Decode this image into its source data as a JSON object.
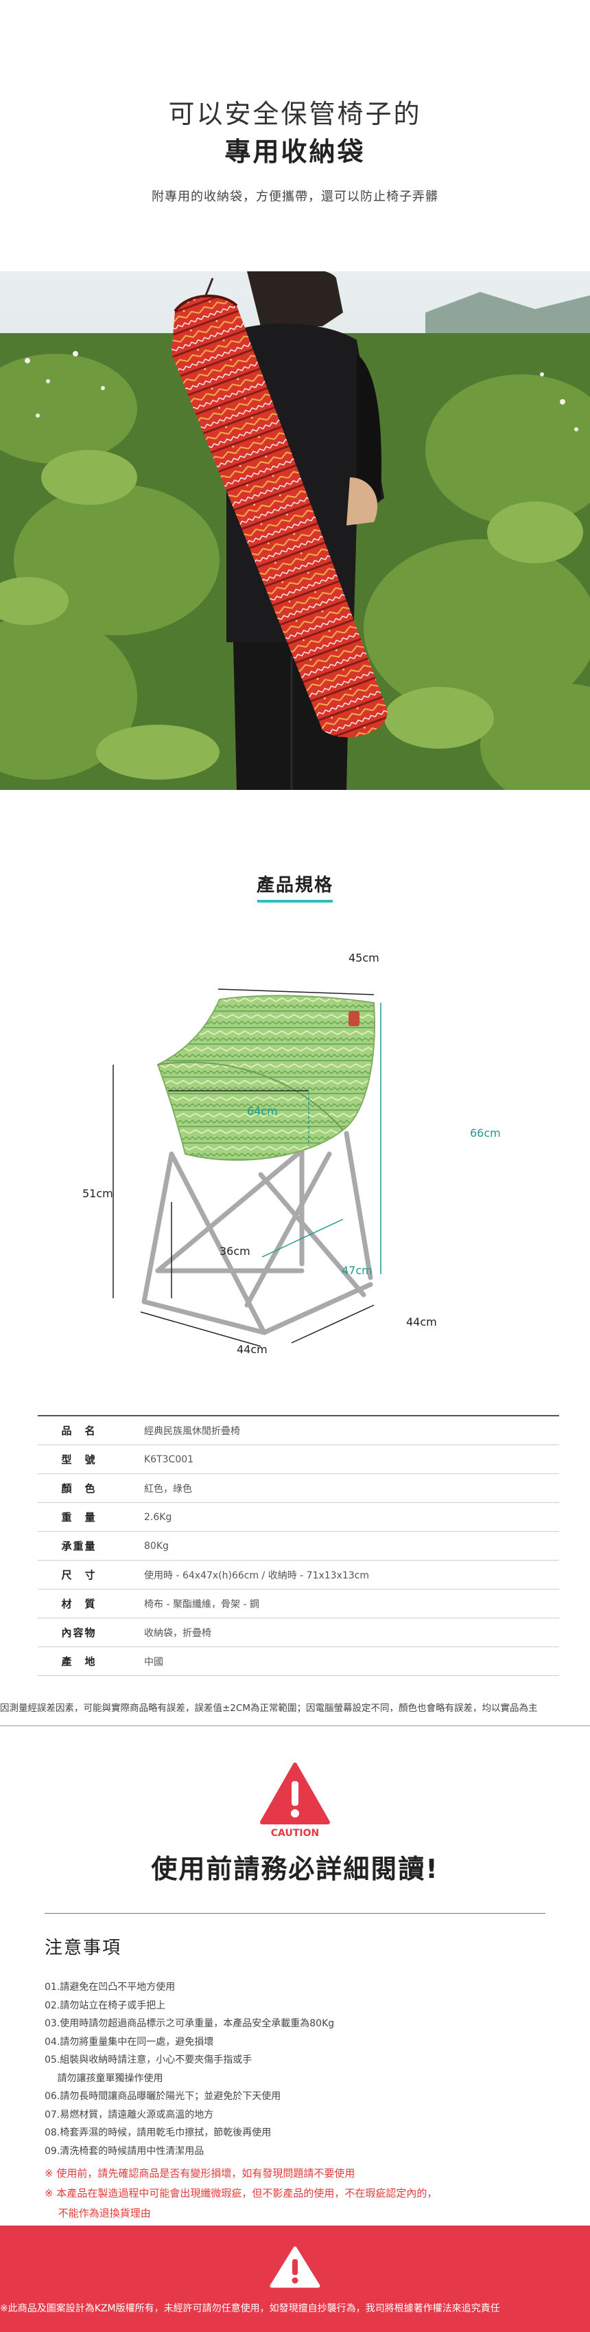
{
  "intro": {
    "title_line1": "可以安全保管椅子的",
    "title_line2": "專用收納袋",
    "subtitle": "附專用的收納袋，方便攜帶，還可以防止椅子弄髒"
  },
  "spec": {
    "title": "產品規格",
    "dimensions": {
      "top_width": "45cm",
      "back_height": "66cm",
      "seat_width": "64cm",
      "left_height": "51cm",
      "seat_height": "36cm",
      "depth_inner": "47cm",
      "front_width": "44cm",
      "side_depth": "44cm"
    },
    "table": [
      {
        "key": "品　名",
        "value": "經典民族風休閒折疊椅"
      },
      {
        "key": "型　號",
        "value": "K6T3C001"
      },
      {
        "key": "顏　色",
        "value": "紅色，綠色"
      },
      {
        "key": "重　量",
        "value": "2.6Kg"
      },
      {
        "key": "承重量",
        "value": "80Kg"
      },
      {
        "key": "尺　寸",
        "value": "使用時 - 64x47x(h)66cm / 收納時 - 71x13x13cm"
      },
      {
        "key": "材　質",
        "value": "椅布 - 聚酯纖維，骨架 - 鋼"
      },
      {
        "key": "內容物",
        "value": "收納袋，折疊椅"
      },
      {
        "key": "產　地",
        "value": "中國"
      }
    ],
    "disclaimer": "因測量經誤差因素，可能與實際商品略有誤差，誤差值±2CM為正常範圍；因電腦螢幕設定不同，顏色也會略有誤差，均以實品為主"
  },
  "caution": {
    "icon_label": "CAUTION",
    "title": "使用前請務必詳細閱讀!",
    "notes_title": "注意事項",
    "notes": [
      "01.請避免在凹凸不平地方使用",
      "02.請勿站立在椅子或手把上",
      "03.使用時請勿超過商品標示之可承重量，本產品安全承載重為80Kg",
      "04.請勿將重量集中在同一處，避免損壞",
      "05.組裝與收納時請注意，小心不要夾傷手指或手",
      "　 請勿讓孩童單獨操作使用",
      "06.請勿長時間讓商品曝曬於陽光下；並避免於下天使用",
      "07.易燃材質，請遠離火源或高溫的地方",
      "08.椅套弄濕的時候，請用乾毛巾擦拭，節乾後再使用",
      "09.清洗椅套的時候請用中性清潔用品"
    ],
    "warnings": [
      "※ 使用前，請先確認商品是否有變形損壞，如有發現問題請不要使用",
      "※ 本產品在製造過程中可能會出現纖微瑕疵，但不影產品的使用，不在瑕疵認定內的，",
      "　 不能作為退換貨理由"
    ]
  },
  "footer": {
    "text": "※此商品及圖案設計為KZM版權所有，未經許可請勿任意使用，如發現擅自抄襲行為，我司將根據著作權法來追究責任"
  },
  "colors": {
    "accent_teal": "#2cc0c0",
    "caution_red": "#e5394a",
    "bag_red": "#d9362b",
    "chair_green": "#9ccc7a"
  }
}
